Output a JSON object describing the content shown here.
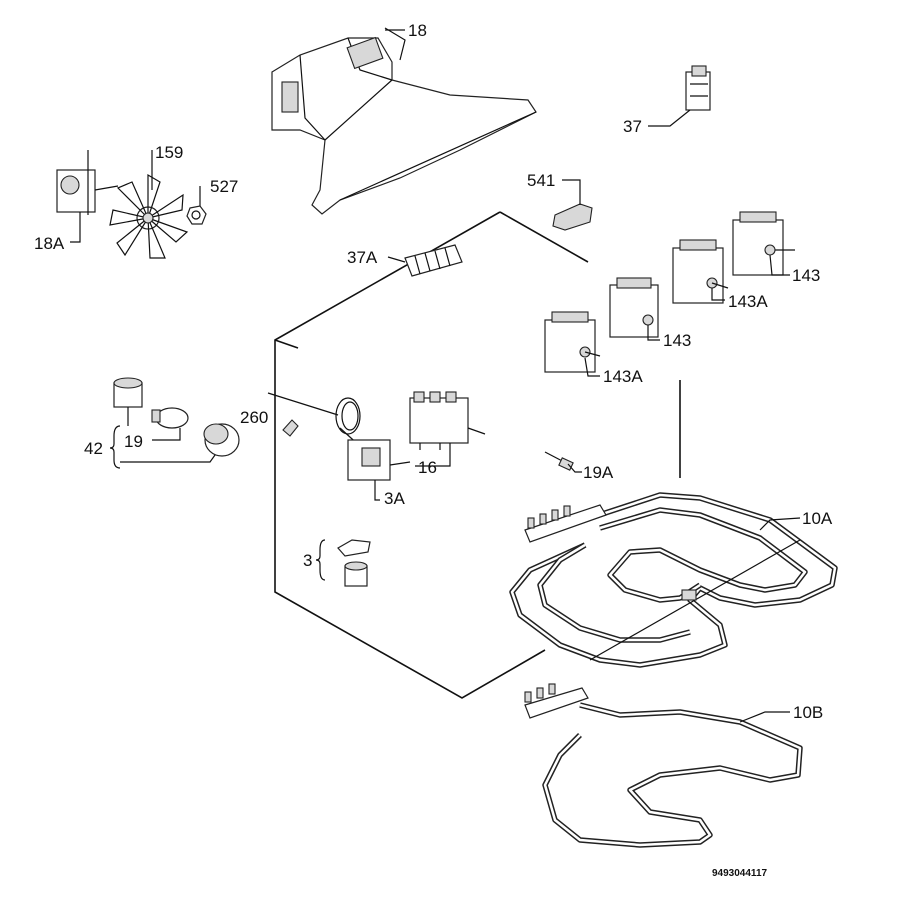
{
  "diagram": {
    "labels": {
      "p18": "18",
      "p37": "37",
      "p159": "159",
      "p527": "527",
      "p18a": "18A",
      "p541": "541",
      "p37a": "37A",
      "p143_1": "143",
      "p143a_1": "143A",
      "p143_2": "143",
      "p143a_2": "143A",
      "p260": "260",
      "p42": "42",
      "p19": "19",
      "p16": "16",
      "p3a": "3A",
      "p19a": "19A",
      "p10a": "10A",
      "p3": "3",
      "p10b": "10B"
    },
    "reference_number": "9493044117"
  }
}
